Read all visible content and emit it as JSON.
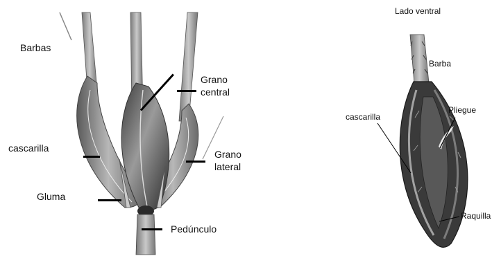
{
  "left_figure": {
    "labels": {
      "barbas": "Barbas",
      "grano_central_1": "Grano",
      "grano_central_2": "central",
      "cascarilla": "cascarilla",
      "grano_lateral_1": "Grano",
      "grano_lateral_2": "lateral",
      "gluma": "Gluma",
      "peduncle": "Pedúnculo"
    }
  },
  "right_figure": {
    "title": "Lado ventral",
    "labels": {
      "barba": "Barba",
      "pliegue": "Pliegue",
      "cascarilla": "cascarilla",
      "raquilla": "Raquilla"
    }
  }
}
